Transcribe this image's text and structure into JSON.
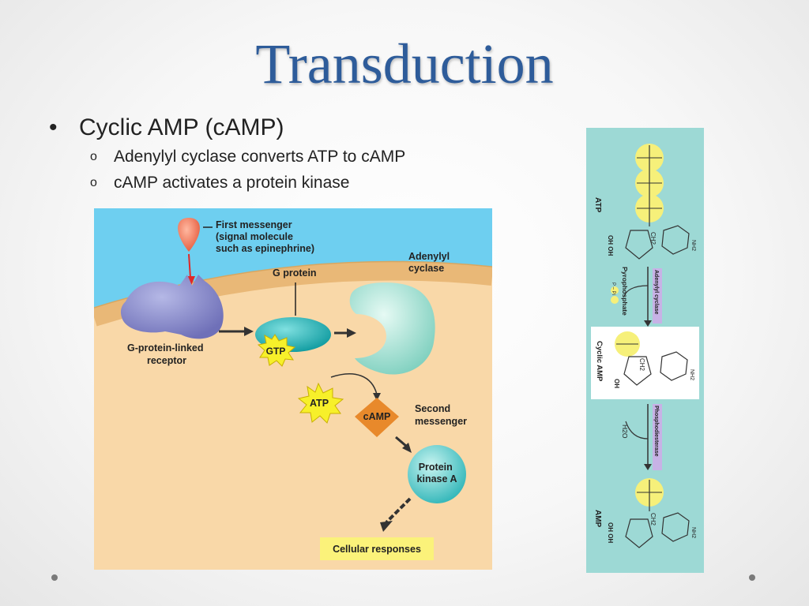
{
  "slide": {
    "title": "Transduction"
  },
  "bullets": {
    "main": "Cyclic AMP (cAMP)",
    "bullet_symbol": "•",
    "sub_symbol": "o",
    "sub": [
      "Adenylyl cyclase converts ATP to cAMP",
      "cAMP activates a protein kinase"
    ]
  },
  "diagram": {
    "first_messenger": [
      "First messenger",
      "(signal molecule",
      "such as epinephrine)"
    ],
    "g_protein": "G protein",
    "adenylyl_cyclase": [
      "Adenylyl",
      "cyclase"
    ],
    "receptor": [
      "G-protein-linked",
      "receptor"
    ],
    "gtp": "GTP",
    "atp": "ATP",
    "camp": "cAMP",
    "second_messenger": [
      "Second",
      "messenger"
    ],
    "protein_kinase": [
      "Protein",
      "kinase A"
    ],
    "cellular_responses": "Cellular responses"
  },
  "panel": {
    "atp_label": "ATP",
    "adenylyl_cyclase": "Adenylyl cyclase",
    "pyrophosphate": "Pyrophosphate",
    "ppi": "P – Pi",
    "camp_label": "Cyclic AMP",
    "phosphodiesterase": "Phosphodiesterase",
    "h2o": "H2O",
    "amp_label": "AMP",
    "oh_oh": "OH OH",
    "oh": "OH",
    "ch2": "CH2",
    "nh2": "NH2"
  },
  "colors": {
    "title": "#2e5c9a",
    "extracellular": "#6ecff0",
    "cytoplasm": "#f9d8a8",
    "panel": "#9dd9d5"
  }
}
